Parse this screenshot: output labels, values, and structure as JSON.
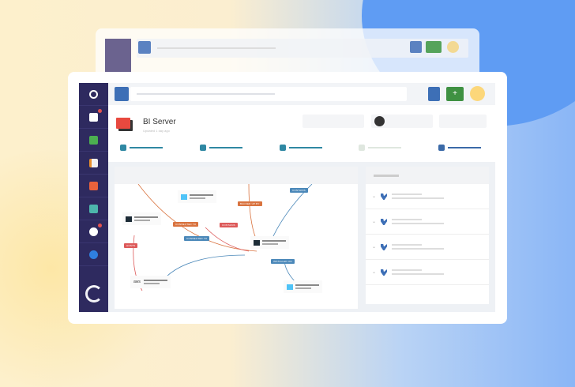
{
  "background": {
    "accent_blue": "#5f9cf3",
    "accent_yellow": "#fde7a6"
  },
  "window": {
    "topbar": {
      "left_button_color": "#3d6fb6",
      "search_placeholder": "",
      "right_buttons": [
        {
          "name": "info",
          "color": "#3d6fb6"
        },
        {
          "name": "add",
          "label": "+",
          "color": "#3f9142"
        }
      ],
      "avatar_color": "#fcd77a"
    },
    "sidebar": {
      "items": [
        {
          "icon": "dashboard-icon"
        },
        {
          "icon": "computer-icon",
          "badge": true
        },
        {
          "icon": "windows-icon"
        },
        {
          "icon": "document-icon"
        },
        {
          "icon": "database-icon"
        },
        {
          "icon": "package-icon"
        },
        {
          "icon": "settings-icon",
          "badge": true
        },
        {
          "icon": "app-icon"
        }
      ]
    },
    "header": {
      "title": "BI Server",
      "subtitle": "Updated 1 day ago",
      "icon_color": "#e8493f"
    },
    "tabs": [
      {
        "color": "#2f88a3"
      },
      {
        "color": "#2f88a3"
      },
      {
        "color": "#2f88a3"
      },
      {
        "color": "#dfe7df"
      },
      {
        "color": "#3b6aa8"
      }
    ],
    "graph": {
      "edges": [
        {
          "label": "CONNECTED TO",
          "color": "#d9733f"
        },
        {
          "label": "BACKED UP BY",
          "color": "#d9733f"
        },
        {
          "label": "CONTAINS",
          "color": "#4b88b9"
        },
        {
          "label": "CONTAINS",
          "color": "#dd5a5a"
        },
        {
          "label": "CONNECTED TO",
          "color": "#4b88b9"
        },
        {
          "label": "HOSTS",
          "color": "#dd5a5a"
        },
        {
          "label": "INSTALLED ON",
          "color": "#4b88b9"
        }
      ],
      "nodes": [
        {
          "icon": "folder-icon"
        },
        {
          "icon": "server-icon"
        },
        {
          "icon": "server-icon"
        },
        {
          "icon": "aws-icon",
          "label": "aws"
        },
        {
          "icon": "folder-icon"
        }
      ]
    },
    "side_panel": {
      "rows": 4
    }
  }
}
